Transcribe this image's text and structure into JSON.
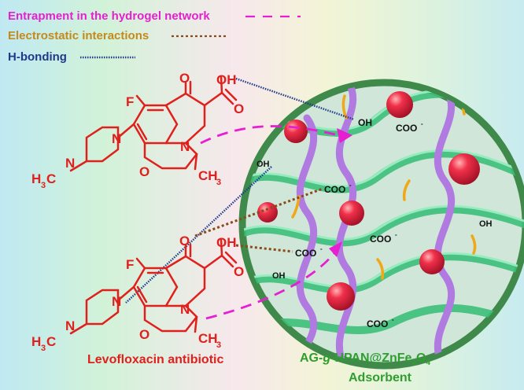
{
  "legend": {
    "entrapment": "Entrapment in the hydrogel network",
    "electrostatic": "Electrostatic interactions",
    "hbonding": "H-bonding"
  },
  "colors": {
    "entrapment": "#e61fd0",
    "electrostatic": "#c48a1e",
    "hbonding": "#1f3a8a",
    "molecule": "#e0201c",
    "adsorbent_label": "#2f9e2f"
  },
  "molecule_atoms": {
    "fluorine": "F",
    "oxo": "O",
    "hydroxyl": "OH",
    "carbonyl_o": "O",
    "ring_n": "N",
    "ring_o": "O",
    "methyl": "CH",
    "methyl_sub": "3",
    "pip_n": "N",
    "h3c": "H",
    "h3c_sub": "3",
    "h3c_c": "C"
  },
  "adsorbent_groups": {
    "oh": "OH",
    "coo": "COO",
    "coo_charge": "-"
  },
  "captions": {
    "molecule": "Levofloxacin antibiotic",
    "adsorbent_line1_a": "AG-",
    "adsorbent_line1_g": "g",
    "adsorbent_line1_b": "-HPAN@ZnFe",
    "adsorbent_sub2": "2",
    "adsorbent_o": "O",
    "adsorbent_sub4": "4",
    "adsorbent_line2": "Adsorbent"
  }
}
